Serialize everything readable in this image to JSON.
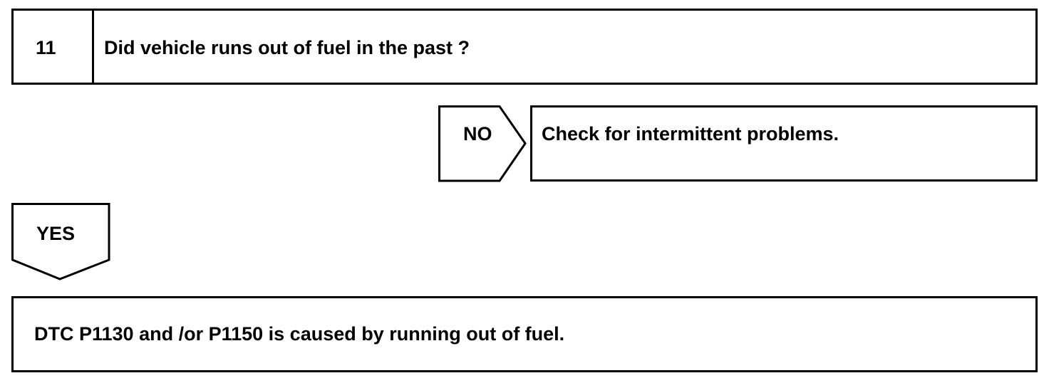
{
  "step": {
    "number": "11",
    "question": "Did vehicle runs out of fuel in the past ?"
  },
  "branches": {
    "no": {
      "label": "NO",
      "result": "Check for intermittent problems."
    },
    "yes": {
      "label": "YES",
      "result": "DTC P1130 and /or P1150 is caused by running out of fuel."
    }
  },
  "colors": {
    "line": "#000000",
    "background": "#ffffff"
  }
}
